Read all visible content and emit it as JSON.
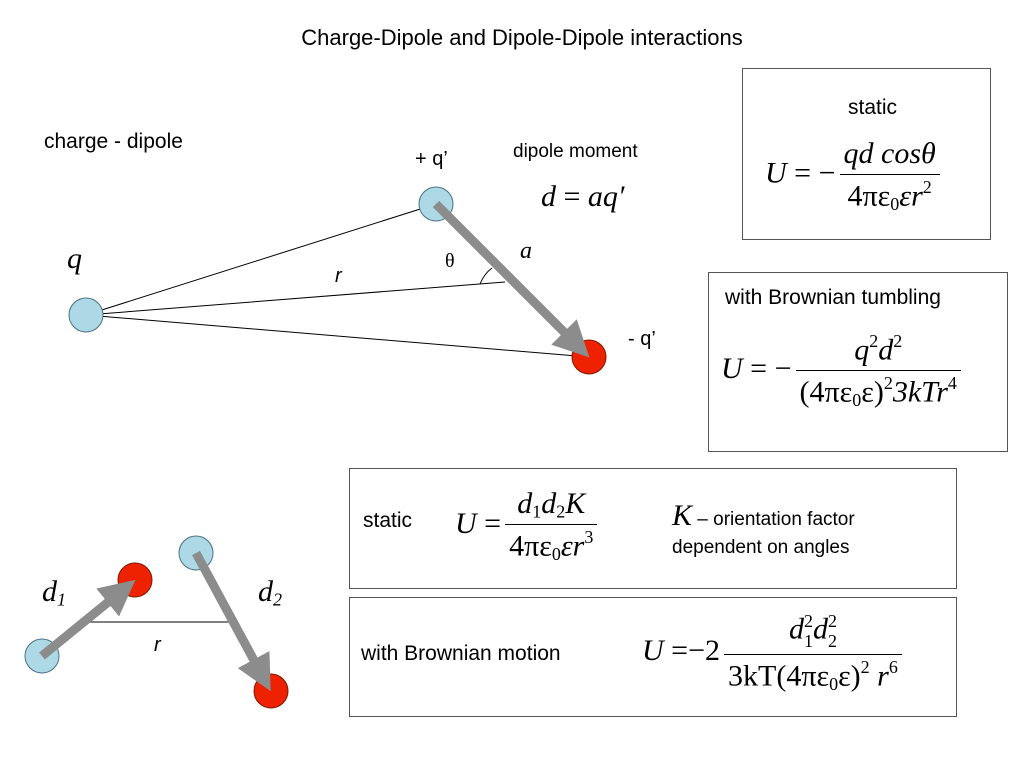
{
  "title": "Charge-Dipole and Dipole-Dipole interactions",
  "charge_dipole": {
    "heading": "charge - dipole",
    "label_q": "q",
    "label_plus_q": "+ q’",
    "label_minus_q": "- q’",
    "label_r": "r",
    "label_theta": "θ",
    "label_a": "a",
    "dipole_moment_label": "dipole moment",
    "dipole_moment_eq": {
      "lhs": "d",
      "eq": "=",
      "rhs": "aq′"
    }
  },
  "box_static": {
    "label": "static",
    "U": "U",
    "eq": "=",
    "minus": "−",
    "num": "qd cosθ",
    "den_main": "4πε",
    "den_sub": "0",
    "den_rest": "εr",
    "den_sup": "2"
  },
  "box_brownian_tumbling": {
    "label": "with Brownian tumbling",
    "U": "U",
    "eq": "=",
    "minus": "−",
    "num_q": "q",
    "num_q_sup": "2",
    "num_d": "d",
    "num_d_sup": "2",
    "den_open": "(4πε",
    "den_sub": "0",
    "den_close": "ε)",
    "den_close_sup": "2",
    "den_rest": "3kTr",
    "den_rest_sup": "4"
  },
  "dipole_dipole": {
    "label_d1": "d",
    "label_d1_sub": "1",
    "label_d2": "d",
    "label_d2_sub": "2",
    "label_r": "r"
  },
  "box_dd_static": {
    "label": "static",
    "U": "U",
    "eq": "=",
    "num_d1": "d",
    "num_d1_sub": "1",
    "num_d2": "d",
    "num_d2_sub": "2",
    "num_K": "K",
    "den_main": "4πε",
    "den_sub": "0",
    "den_rest": "εr",
    "den_sup": "3",
    "K_symbol": "K",
    "K_dash": "–",
    "K_desc_line1": "orientation factor",
    "K_desc_line2": "dependent on angles"
  },
  "box_dd_brownian": {
    "label": "with Brownian motion",
    "U": "U",
    "eq": "=",
    "coef": "−2",
    "num_d1": "d",
    "num_d1_sup": "2",
    "num_d1_sub": "1",
    "num_d2": "d",
    "num_d2_sup": "2",
    "num_d2_sub": "2",
    "den_pre": "3kT(4πε",
    "den_sub": "0",
    "den_close": "ε)",
    "den_close_sup": "2",
    "den_r": "r",
    "den_r_sup": "6"
  },
  "colors": {
    "positive_ball": "#add8e6",
    "negative_ball": "#ee2200",
    "arrow": "#8c8c8c",
    "line": "#000000"
  }
}
